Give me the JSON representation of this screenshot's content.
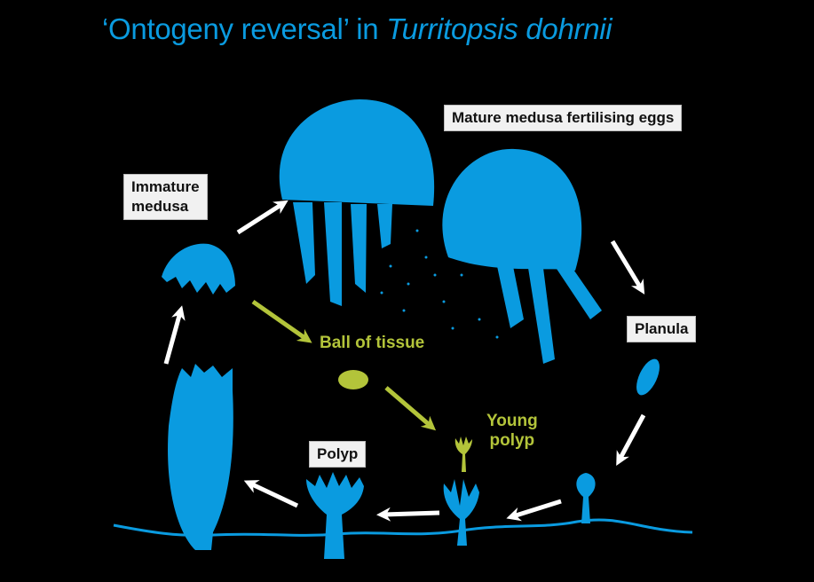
{
  "title": {
    "prefix": "‘Ontogeny reversal’ in ",
    "species": "Turritopsis dohrnii"
  },
  "labels": {
    "mature": "Mature medusa fertilising eggs",
    "immature_line1": "Immature",
    "immature_line2": "medusa",
    "planula": "Planula",
    "polyp": "Polyp",
    "ball": "Ball of tissue",
    "young_line1": "Young",
    "young_line2": "polyp"
  },
  "colors": {
    "organism": "#0a9be0",
    "reversal": "#b3c43a",
    "arrow": "#ffffff",
    "background": "#000000"
  }
}
